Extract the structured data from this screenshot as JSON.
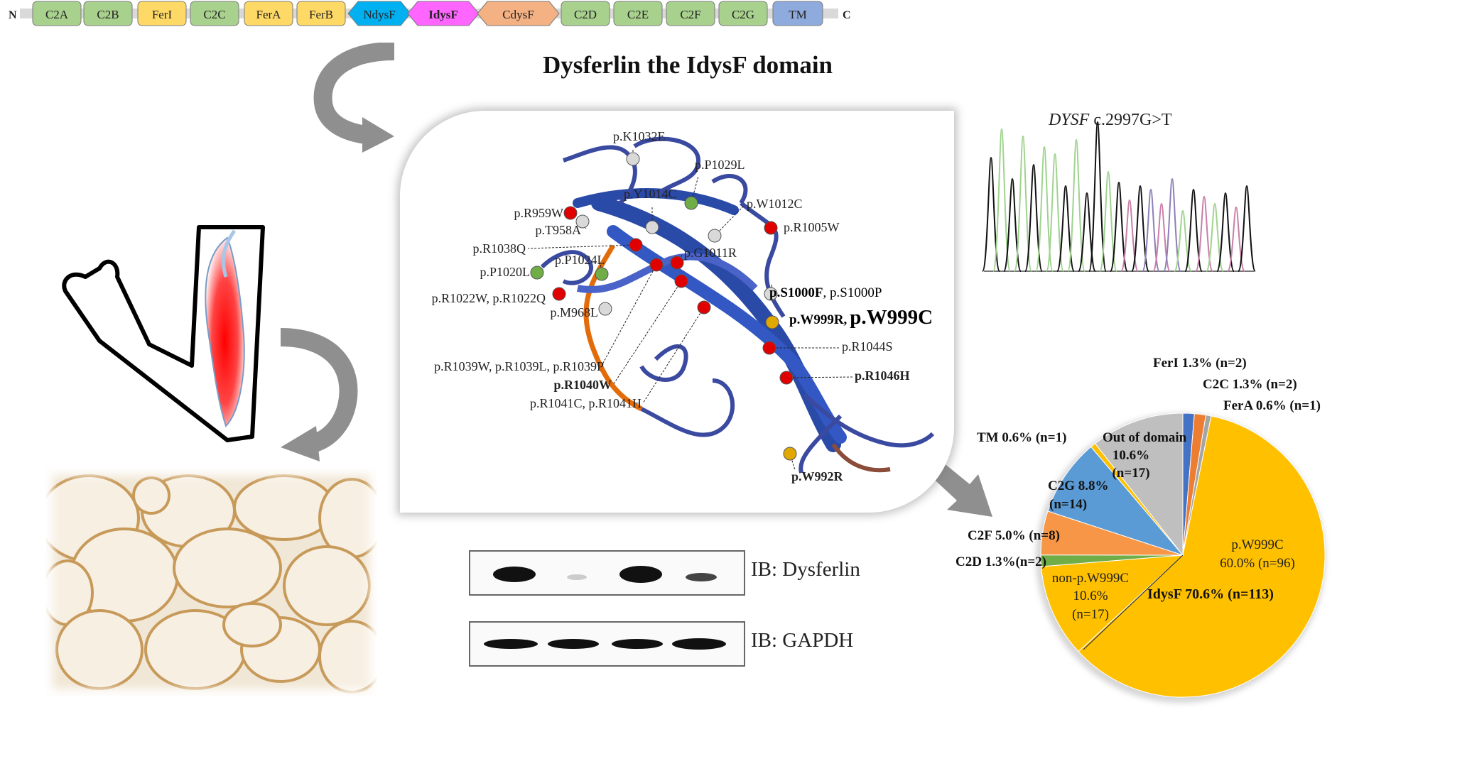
{
  "protein_bar": {
    "n_label": "N",
    "c_label": "C",
    "domains": [
      {
        "label": "C2A",
        "color": "#a9d18e",
        "shape": "rect"
      },
      {
        "label": "C2B",
        "color": "#a9d18e",
        "shape": "rect"
      },
      {
        "label": "FerI",
        "color": "#ffd966",
        "shape": "rect"
      },
      {
        "label": "C2C",
        "color": "#a9d18e",
        "shape": "rect"
      },
      {
        "label": "FerA",
        "color": "#ffd966",
        "shape": "rect"
      },
      {
        "label": "FerB",
        "color": "#ffd966",
        "shape": "rect"
      },
      {
        "label": "NdysF",
        "color": "#00b0f0",
        "shape": "hex"
      },
      {
        "label": "IdysF",
        "color": "#ff66ff",
        "shape": "hex"
      },
      {
        "label": "CdysF",
        "color": "#f4b183",
        "shape": "hex"
      },
      {
        "label": "C2D",
        "color": "#a9d18e",
        "shape": "rect"
      },
      {
        "label": "C2E",
        "color": "#a9d18e",
        "shape": "rect"
      },
      {
        "label": "C2F",
        "color": "#a9d18e",
        "shape": "rect"
      },
      {
        "label": "C2G",
        "color": "#a9d18e",
        "shape": "rect"
      },
      {
        "label": "TM",
        "color": "#8faadc",
        "shape": "rect"
      }
    ]
  },
  "title": "Dysferlin the IdysF domain",
  "structure": {
    "mutations": [
      {
        "label": "p.K1032E",
        "color": "#d9d9d9"
      },
      {
        "label": "p.P1029L",
        "color": "#70ad47"
      },
      {
        "label": "p.Y1014C",
        "color": "#d9d9d9"
      },
      {
        "label": "p.W1012C",
        "color": "#d9d9d9"
      },
      {
        "label": "p.R959W",
        "color": "#e00000"
      },
      {
        "label": "p.T958A",
        "color": "#d9d9d9"
      },
      {
        "label": "p.R1005W",
        "color": "#e00000"
      },
      {
        "label": "p.R1038Q",
        "color": "#e00000"
      },
      {
        "label": "p.G1011R",
        "color": "#e00000"
      },
      {
        "label": "p.P1024L",
        "color": "#70ad47"
      },
      {
        "label": "p.P1020L",
        "color": "#70ad47"
      },
      {
        "label": "p.R1022W, p.R1022Q",
        "color": "#e00000"
      },
      {
        "label": "p.M968L",
        "color": "#d9d9d9"
      },
      {
        "label": "p.R1039W, p.R1039L, p.R1039P",
        "color": "#e00000"
      },
      {
        "label": "p.R1040W",
        "color": "#e00000"
      },
      {
        "label": "p.R1041C, p.R1041H",
        "color": "#e00000"
      },
      {
        "label": "p.R1044S",
        "color": "#e00000"
      },
      {
        "label": "p.R1046H",
        "color": "#e00000"
      },
      {
        "label": "p.W992R",
        "color": "#e0a800"
      }
    ],
    "s1000_bold": "p.S1000F",
    "s1000_rest": ", p.S1000P",
    "w999_small": "p.W999R,",
    "w999_large": "p.W999C"
  },
  "western_blot": {
    "dysferlin_label": "IB: Dysferlin",
    "gapdh_label": "IB: GAPDH"
  },
  "chromatogram": {
    "gene": "DYSF",
    "variant": " c.2997G>T"
  },
  "chart_data": {
    "type": "pie",
    "slices": [
      {
        "name": "FerI",
        "value": 1.3,
        "n": 2,
        "color": "#4472c4",
        "label": "FerI  1.3% (n=2)"
      },
      {
        "name": "C2C",
        "value": 1.3,
        "n": 2,
        "color": "#ed7d31",
        "label": "C2C  1.3% (n=2)"
      },
      {
        "name": "FerA",
        "value": 0.6,
        "n": 1,
        "color": "#a5a5a5",
        "label": "FerA  0.6% (n=1)"
      },
      {
        "name": "IdysF p.W999C",
        "value": 60.0,
        "n": 96,
        "color": "#ffc000",
        "label": "p.W999C"
      },
      {
        "name": "IdysF non-p.W999C",
        "value": 10.6,
        "n": 17,
        "color": "#ffc000",
        "label": "non-p.W999C"
      },
      {
        "name": "C2D",
        "value": 1.3,
        "n": 2,
        "color": "#70ad47",
        "label": "C2D  1.3%(n=2)"
      },
      {
        "name": "C2F",
        "value": 5.0,
        "n": 8,
        "color": "#f79646",
        "label": "C2F  5.0% (n=8)"
      },
      {
        "name": "C2G",
        "value": 8.8,
        "n": 14,
        "color": "#5b9bd5",
        "label": "C2G  8.8%"
      },
      {
        "name": "TM",
        "value": 0.6,
        "n": 1,
        "color": "#ffc000",
        "label": "TM  0.6% (n=1)"
      },
      {
        "name": "Out of domain",
        "value": 10.6,
        "n": 17,
        "color": "#bfbfbf",
        "label": "Out of domain"
      }
    ],
    "extra_labels": {
      "w999c_pct": "60.0% (n=96)",
      "non_pct": "10.6%",
      "non_n": "(n=17)",
      "idysf": "IdysF  70.6% (n=113)",
      "c2g_n": "(n=14)",
      "ood_pct": "10.6%",
      "ood_n": "(n=17)"
    }
  }
}
